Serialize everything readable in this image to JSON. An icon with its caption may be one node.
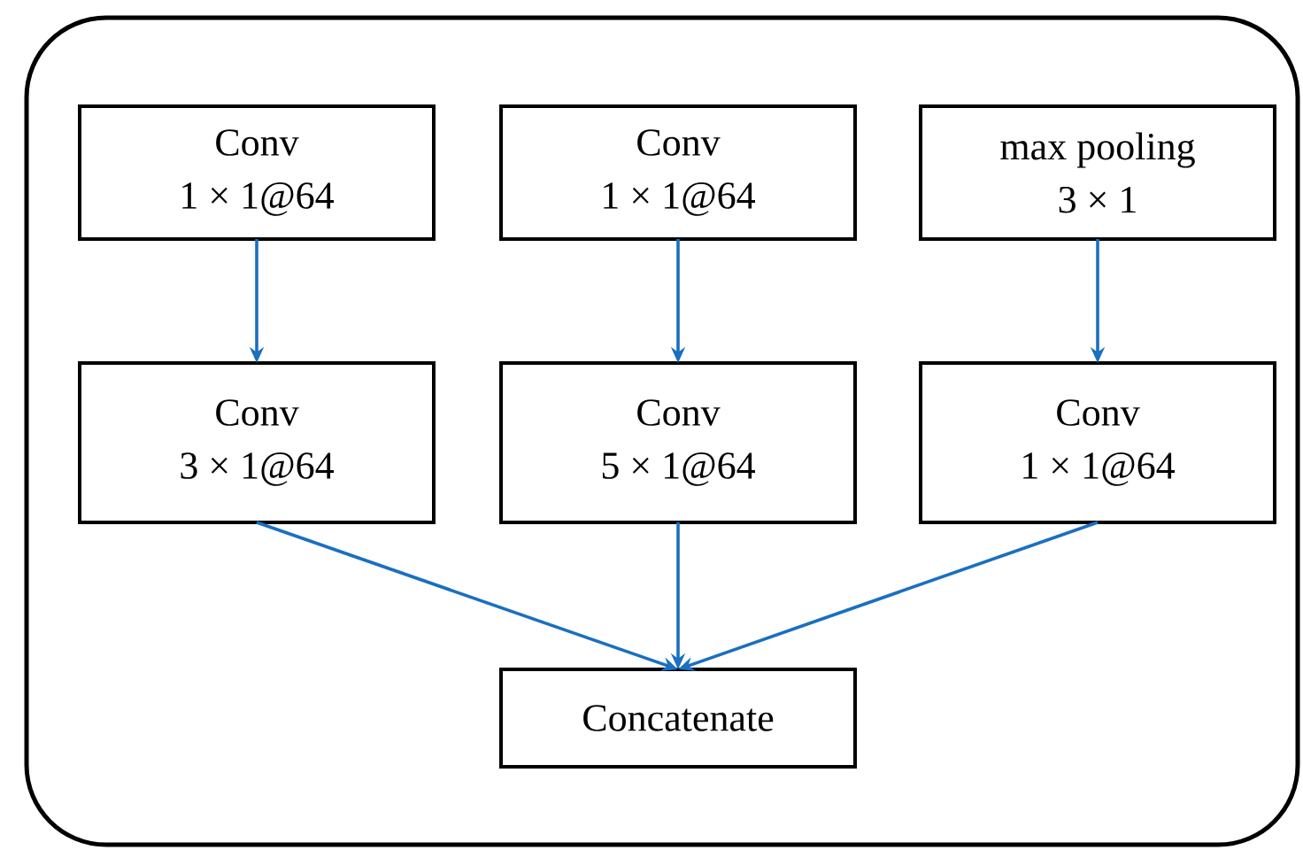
{
  "diagram": {
    "nodes": [
      {
        "text": [],
        "shape": "box"
      },
      {
        "text": [
          "Conv",
          "1 × 1@64"
        ],
        "in": 0
      },
      {
        "text": [
          "Conv",
          "1 × 1@64"
        ],
        "in": 0
      },
      {
        "text": [
          "max pooling",
          "3 × 1"
        ],
        "in": 0
      },
      {
        "text": [
          "Conv",
          "3 × 1@64"
        ],
        "in": 0
      },
      {
        "text": [
          "Conv",
          "5 × 1@64"
        ],
        "in": 0
      },
      {
        "text": [
          "Conv",
          "1 × 1@64"
        ],
        "in": 0
      },
      {
        "text": [
          "Concatenate"
        ],
        "in": 0
      }
    ],
    "edges": [
      {
        "from": 1,
        "to": 4,
        "arrow": "to"
      },
      {
        "from": 2,
        "to": 5,
        "arrow": "to"
      },
      {
        "from": 3,
        "to": 6,
        "arrow": "to"
      },
      {
        "from": 4,
        "to": 7,
        "arrow": "to"
      },
      {
        "from": 5,
        "to": 7,
        "arrow": "to"
      },
      {
        "from": 6,
        "to": 7,
        "arrow": "to"
      }
    ]
  }
}
